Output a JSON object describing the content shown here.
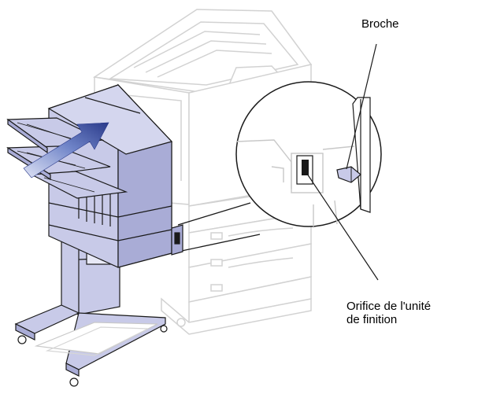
{
  "callouts": {
    "pin": "Broche",
    "hole_line1": "Orifice de l'unité",
    "hole_line2": "de finition"
  },
  "colors": {
    "finisher_fill": "#c8cae8",
    "finisher_shade": "#a9acd6",
    "arrow": "#2a3a8a",
    "printer_line": "#d2d2d2",
    "outline": "#1a1a1a"
  }
}
